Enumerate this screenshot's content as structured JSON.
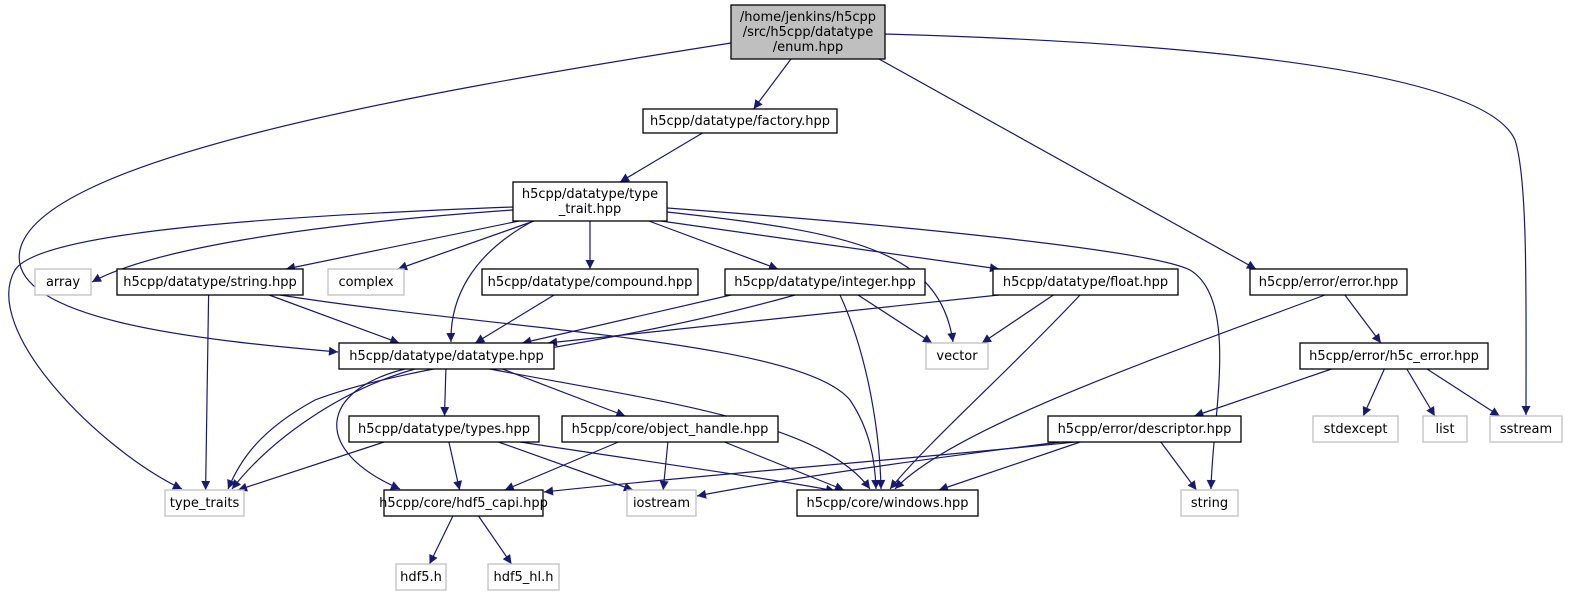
{
  "title": "Include dependency graph for enum.hpp",
  "colors": {
    "edge": "#191970",
    "root_fill": "#bfbfbf",
    "local_border": "#000000",
    "system_border": "#bfbfbf"
  },
  "nodes": [
    {
      "id": "enum",
      "kind": "root",
      "lines": [
        "/home/jenkins/h5cpp",
        "/src/h5cpp/datatype",
        "/enum.hpp"
      ]
    },
    {
      "id": "factory",
      "kind": "local",
      "lines": [
        "h5cpp/datatype/factory.hpp"
      ]
    },
    {
      "id": "type_trait",
      "kind": "local",
      "lines": [
        "h5cpp/datatype/type",
        "_trait.hpp"
      ]
    },
    {
      "id": "array",
      "kind": "system",
      "lines": [
        "array"
      ]
    },
    {
      "id": "string_hpp",
      "kind": "local",
      "lines": [
        "h5cpp/datatype/string.hpp"
      ]
    },
    {
      "id": "complex",
      "kind": "system",
      "lines": [
        "complex"
      ]
    },
    {
      "id": "compound",
      "kind": "local",
      "lines": [
        "h5cpp/datatype/compound.hpp"
      ]
    },
    {
      "id": "integer",
      "kind": "local",
      "lines": [
        "h5cpp/datatype/integer.hpp"
      ]
    },
    {
      "id": "float",
      "kind": "local",
      "lines": [
        "h5cpp/datatype/float.hpp"
      ]
    },
    {
      "id": "error",
      "kind": "local",
      "lines": [
        "h5cpp/error/error.hpp"
      ]
    },
    {
      "id": "datatype",
      "kind": "local",
      "lines": [
        "h5cpp/datatype/datatype.hpp"
      ]
    },
    {
      "id": "vector",
      "kind": "system",
      "lines": [
        "vector"
      ]
    },
    {
      "id": "h5c_error",
      "kind": "local",
      "lines": [
        "h5cpp/error/h5c_error.hpp"
      ]
    },
    {
      "id": "types",
      "kind": "local",
      "lines": [
        "h5cpp/datatype/types.hpp"
      ]
    },
    {
      "id": "object_handle",
      "kind": "local",
      "lines": [
        "h5cpp/core/object_handle.hpp"
      ]
    },
    {
      "id": "descriptor",
      "kind": "local",
      "lines": [
        "h5cpp/error/descriptor.hpp"
      ]
    },
    {
      "id": "stdexcept",
      "kind": "system",
      "lines": [
        "stdexcept"
      ]
    },
    {
      "id": "list",
      "kind": "system",
      "lines": [
        "list"
      ]
    },
    {
      "id": "sstream",
      "kind": "system",
      "lines": [
        "sstream"
      ]
    },
    {
      "id": "type_traits",
      "kind": "system",
      "lines": [
        "type_traits"
      ]
    },
    {
      "id": "hdf5_capi",
      "kind": "local",
      "lines": [
        "h5cpp/core/hdf5_capi.hpp"
      ]
    },
    {
      "id": "iostream",
      "kind": "system",
      "lines": [
        "iostream"
      ]
    },
    {
      "id": "windows",
      "kind": "local",
      "lines": [
        "h5cpp/core/windows.hpp"
      ]
    },
    {
      "id": "string_std",
      "kind": "system",
      "lines": [
        "string"
      ]
    },
    {
      "id": "hdf5_h",
      "kind": "system",
      "lines": [
        "hdf5.h"
      ]
    },
    {
      "id": "hdf5_hl_h",
      "kind": "system",
      "lines": [
        "hdf5_hl.h"
      ]
    }
  ],
  "edges": [
    {
      "from": "enum",
      "to": "factory"
    },
    {
      "from": "enum",
      "to": "datatype"
    },
    {
      "from": "enum",
      "to": "error"
    },
    {
      "from": "enum",
      "to": "sstream"
    },
    {
      "from": "factory",
      "to": "type_trait"
    },
    {
      "from": "type_trait",
      "to": "array"
    },
    {
      "from": "type_trait",
      "to": "string_hpp"
    },
    {
      "from": "type_trait",
      "to": "complex"
    },
    {
      "from": "type_trait",
      "to": "compound"
    },
    {
      "from": "type_trait",
      "to": "integer"
    },
    {
      "from": "type_trait",
      "to": "float"
    },
    {
      "from": "type_trait",
      "to": "datatype"
    },
    {
      "from": "type_trait",
      "to": "vector"
    },
    {
      "from": "type_trait",
      "to": "type_traits"
    },
    {
      "from": "type_trait",
      "to": "string_std"
    },
    {
      "from": "string_hpp",
      "to": "datatype"
    },
    {
      "from": "string_hpp",
      "to": "type_traits"
    },
    {
      "from": "string_hpp",
      "to": "windows"
    },
    {
      "from": "compound",
      "to": "datatype"
    },
    {
      "from": "integer",
      "to": "datatype"
    },
    {
      "from": "integer",
      "to": "vector"
    },
    {
      "from": "integer",
      "to": "type_traits"
    },
    {
      "from": "integer",
      "to": "windows"
    },
    {
      "from": "float",
      "to": "datatype"
    },
    {
      "from": "float",
      "to": "vector"
    },
    {
      "from": "float",
      "to": "windows"
    },
    {
      "from": "error",
      "to": "h5c_error"
    },
    {
      "from": "error",
      "to": "windows"
    },
    {
      "from": "h5c_error",
      "to": "descriptor"
    },
    {
      "from": "h5c_error",
      "to": "stdexcept"
    },
    {
      "from": "h5c_error",
      "to": "list"
    },
    {
      "from": "h5c_error",
      "to": "sstream"
    },
    {
      "from": "datatype",
      "to": "types"
    },
    {
      "from": "datatype",
      "to": "object_handle"
    },
    {
      "from": "datatype",
      "to": "type_traits"
    },
    {
      "from": "datatype",
      "to": "hdf5_capi"
    },
    {
      "from": "datatype",
      "to": "windows"
    },
    {
      "from": "types",
      "to": "type_traits"
    },
    {
      "from": "types",
      "to": "hdf5_capi"
    },
    {
      "from": "types",
      "to": "iostream"
    },
    {
      "from": "types",
      "to": "windows"
    },
    {
      "from": "object_handle",
      "to": "hdf5_capi"
    },
    {
      "from": "object_handle",
      "to": "iostream"
    },
    {
      "from": "object_handle",
      "to": "windows"
    },
    {
      "from": "descriptor",
      "to": "hdf5_capi"
    },
    {
      "from": "descriptor",
      "to": "iostream"
    },
    {
      "from": "descriptor",
      "to": "windows"
    },
    {
      "from": "descriptor",
      "to": "string_std"
    },
    {
      "from": "hdf5_capi",
      "to": "hdf5_h"
    },
    {
      "from": "hdf5_capi",
      "to": "hdf5_hl_h"
    }
  ]
}
